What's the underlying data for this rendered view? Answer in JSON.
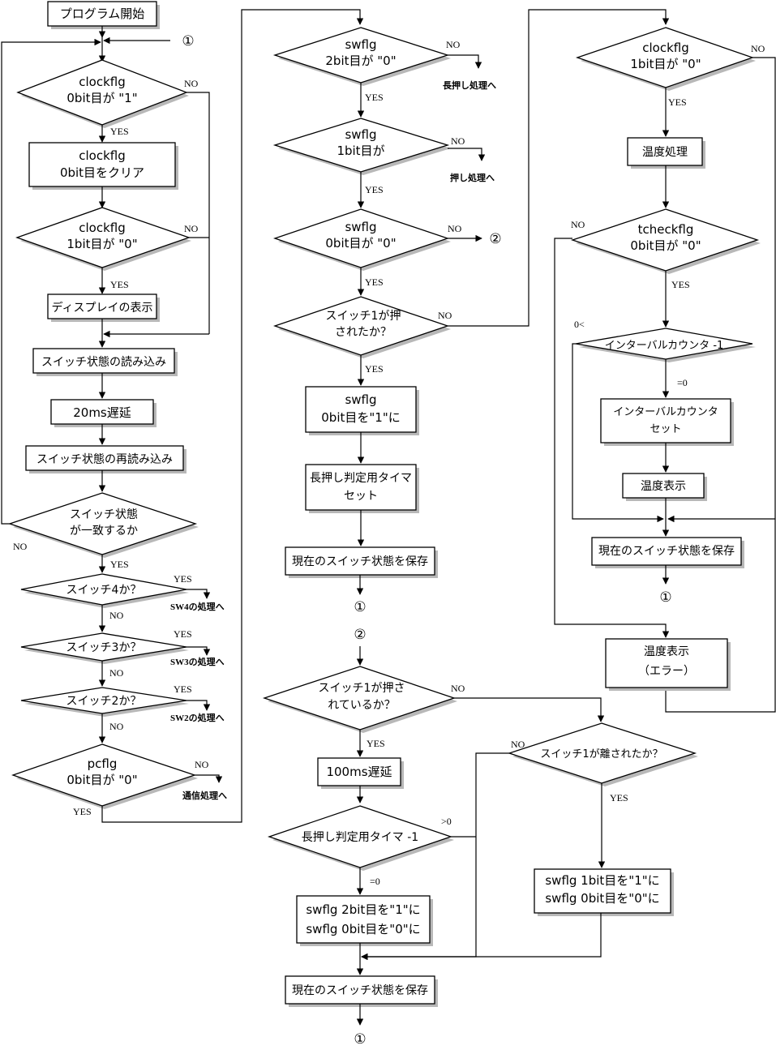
{
  "nodes": {
    "start": "プログラム開始",
    "d_clock0_l1": "clockflg",
    "d_clock0_l2": "0bit目が \"1\"",
    "p_clear_l1": "clockflg",
    "p_clear_l2": "0bit目をクリア",
    "d_clock1a_l1": "clockflg",
    "d_clock1a_l2": "1bit目が \"0\"",
    "p_display": "ディスプレイの表示",
    "p_read": "スイッチ状態の読み込み",
    "p_delay20": "20ms遅延",
    "p_reread": "スイッチ状態の再読み込み",
    "d_match_l1": "スイッチ状態",
    "d_match_l2": "が一致するか",
    "d_sw4": "スイッチ4か？",
    "d_sw3": "スイッチ3か？",
    "d_sw2": "スイッチ2か？",
    "d_pc_l1": "pcflg",
    "d_pc_l2": "0bit目が \"0\"",
    "d_sw2bit_l1": "swflg",
    "d_sw2bit_l2": "2bit目が \"0\"",
    "d_sw1bit_l1": "swflg",
    "d_sw1bit_l2": "1bit目が",
    "d_sw0bit_l1": "swflg",
    "d_sw0bit_l2": "0bit目が \"0\"",
    "d_pushed_l1": "スイッチ1が押",
    "d_pushed_l2": "されたか？",
    "p_set0_l1": "swflg",
    "p_set0_l2": "0bit目を\"1\"に",
    "p_timer_l1": "長押し判定用タイマ",
    "p_timer_l2": "セット",
    "p_save1": "現在のスイッチ状態を保存",
    "d_pressing_l1": "スイッチ1が押さ",
    "d_pressing_l2": "れているか？",
    "p_delay100": "100ms遅延",
    "d_timerdec": "長押し判定用タイマ -1",
    "p_long_l1": "swflg  2bit目を\"1\"に",
    "p_long_l2": "swflg  0bit目を\"0\"に",
    "p_save2": "現在のスイッチ状態を保存",
    "d_released": "スイッチ1が離されたか？",
    "p_short_l1": "swflg  1bit目を\"1\"に",
    "p_short_l2": "swflg  0bit目を\"0\"に",
    "d_clock1b_l1": "clockflg",
    "d_clock1b_l2": "1bit目が \"0\"",
    "p_temp": "温度処理",
    "d_tcheck_l1": "tcheckflg",
    "d_tcheck_l2": "0bit目が \"0\"",
    "d_interval": "インターバルカウンタ -1",
    "p_intset_l1": "インターバルカウンタ",
    "p_intset_l2": "セット",
    "p_tempdisp": "温度表示",
    "p_save3": "現在のスイッチ状態を保存",
    "p_temperr_l1": "温度表示",
    "p_temperr_l2": "（エラー）"
  },
  "labels": {
    "yes": "YES",
    "no": "NO",
    "gt0": ">0",
    "eq0": "=0",
    "lt0": "0<",
    "sw4_proc": "SW4の処理へ",
    "sw3_proc": "SW3の処理へ",
    "sw2_proc": "SW2の処理へ",
    "comm_proc": "通信処理へ",
    "long_proc": "長押し処理へ",
    "push_proc": "押し処理へ"
  },
  "connectors": {
    "c1": "①",
    "c2": "②"
  }
}
